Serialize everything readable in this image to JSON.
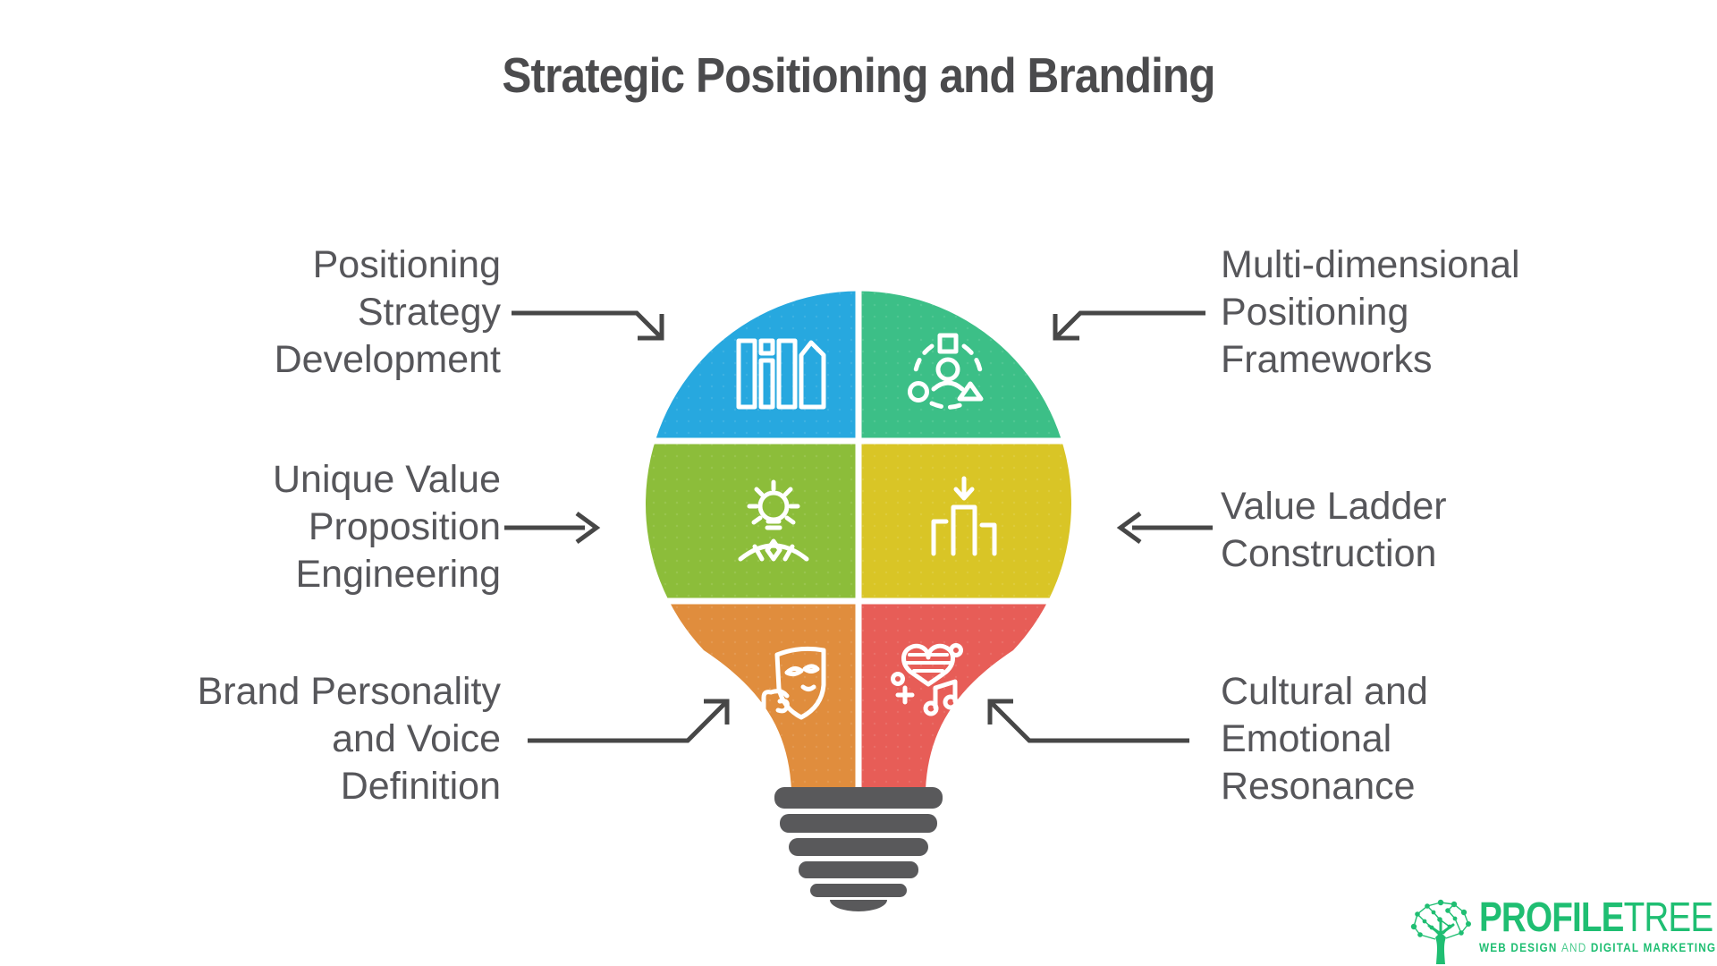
{
  "title": "Strategic Positioning and Branding",
  "colors": {
    "background": "#FFFFFF",
    "blue": "#27A8DF",
    "green": "#3CBF87",
    "lime": "#8CBD3A",
    "yellow": "#D9C526",
    "orange": "#E08D3D",
    "red": "#E75D57",
    "bulb_base_gray": "#59595B",
    "arrow": "#474747",
    "label_text": "#56565A",
    "title_text": "#4B4B4D",
    "icon_stroke": "#FFFFFF",
    "logo_green": "#1FBE72"
  },
  "segments": [
    {
      "position": "top-left",
      "icon": "books-icon",
      "color": "#27A8DF",
      "topic": "Positioning Strategy Development"
    },
    {
      "position": "top-right",
      "icon": "person-shapes-icon",
      "color": "#3CBF87",
      "topic": "Multi-dimensional Positioning Frameworks"
    },
    {
      "position": "middle-left",
      "icon": "idea-person-icon",
      "color": "#8CBD3A",
      "topic": "Unique Value Proposition Engineering"
    },
    {
      "position": "middle-right",
      "icon": "podium-arrow-icon",
      "color": "#D9C526",
      "topic": "Value Ladder Construction"
    },
    {
      "position": "bottom-left",
      "icon": "hand-mask-icon",
      "color": "#E08D3D",
      "topic": "Brand Personality and Voice Definition"
    },
    {
      "position": "bottom-right",
      "icon": "heart-music-icon",
      "color": "#E75D57",
      "topic": "Cultural and Emotional Resonance"
    }
  ],
  "labels": {
    "top_left": {
      "lines": [
        "Positioning",
        "Strategy",
        "Development"
      ]
    },
    "mid_left": {
      "lines": [
        "Unique Value",
        "Proposition",
        "Engineering"
      ]
    },
    "bottom_left": {
      "lines": [
        "Brand Personality",
        "and Voice",
        "Definition"
      ]
    },
    "top_right": {
      "lines": [
        "Multi-dimensional",
        "Positioning",
        "Frameworks"
      ]
    },
    "mid_right": {
      "lines": [
        "Value Ladder",
        "Construction"
      ]
    },
    "bottom_right": {
      "lines": [
        "Cultural and",
        "Emotional",
        "Resonance"
      ]
    }
  },
  "logo": {
    "brand_bold": "PROFILE",
    "brand_light": "TREE",
    "tagline_part1": "WEB DESIGN ",
    "tagline_and": "AND ",
    "tagline_part2": "DIGITAL MARKETING"
  }
}
